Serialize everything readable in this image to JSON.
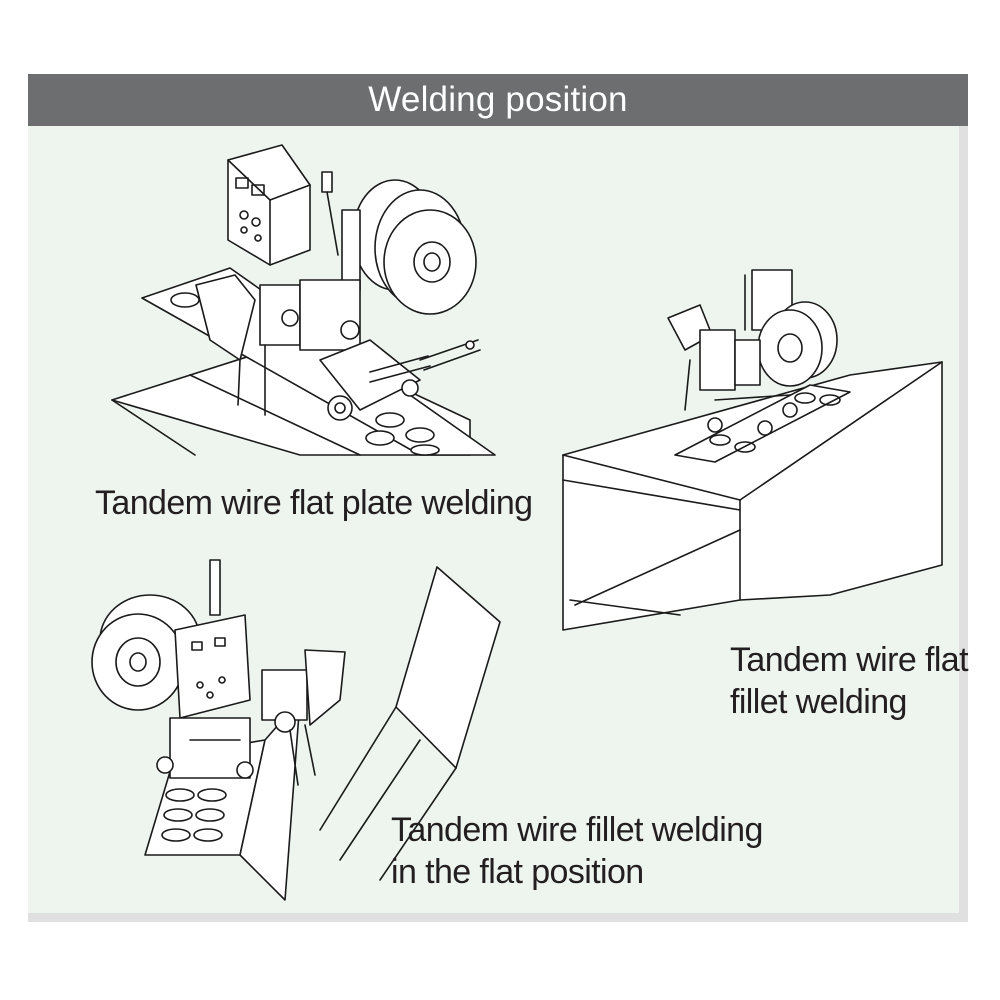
{
  "header": {
    "title": "Welding position"
  },
  "captions": {
    "flat_plate": "Tandem wire flat plate welding",
    "flat_fillet": {
      "line1": "Tandem wire flat",
      "line2": "fillet welding"
    },
    "fillet_flat_position": {
      "line1": "Tandem wire fillet welding",
      "line2": "in the flat position"
    }
  },
  "colors": {
    "header_bg": "#6d6e70",
    "panel_bg": "#eef5ee",
    "text": "#231f20"
  }
}
